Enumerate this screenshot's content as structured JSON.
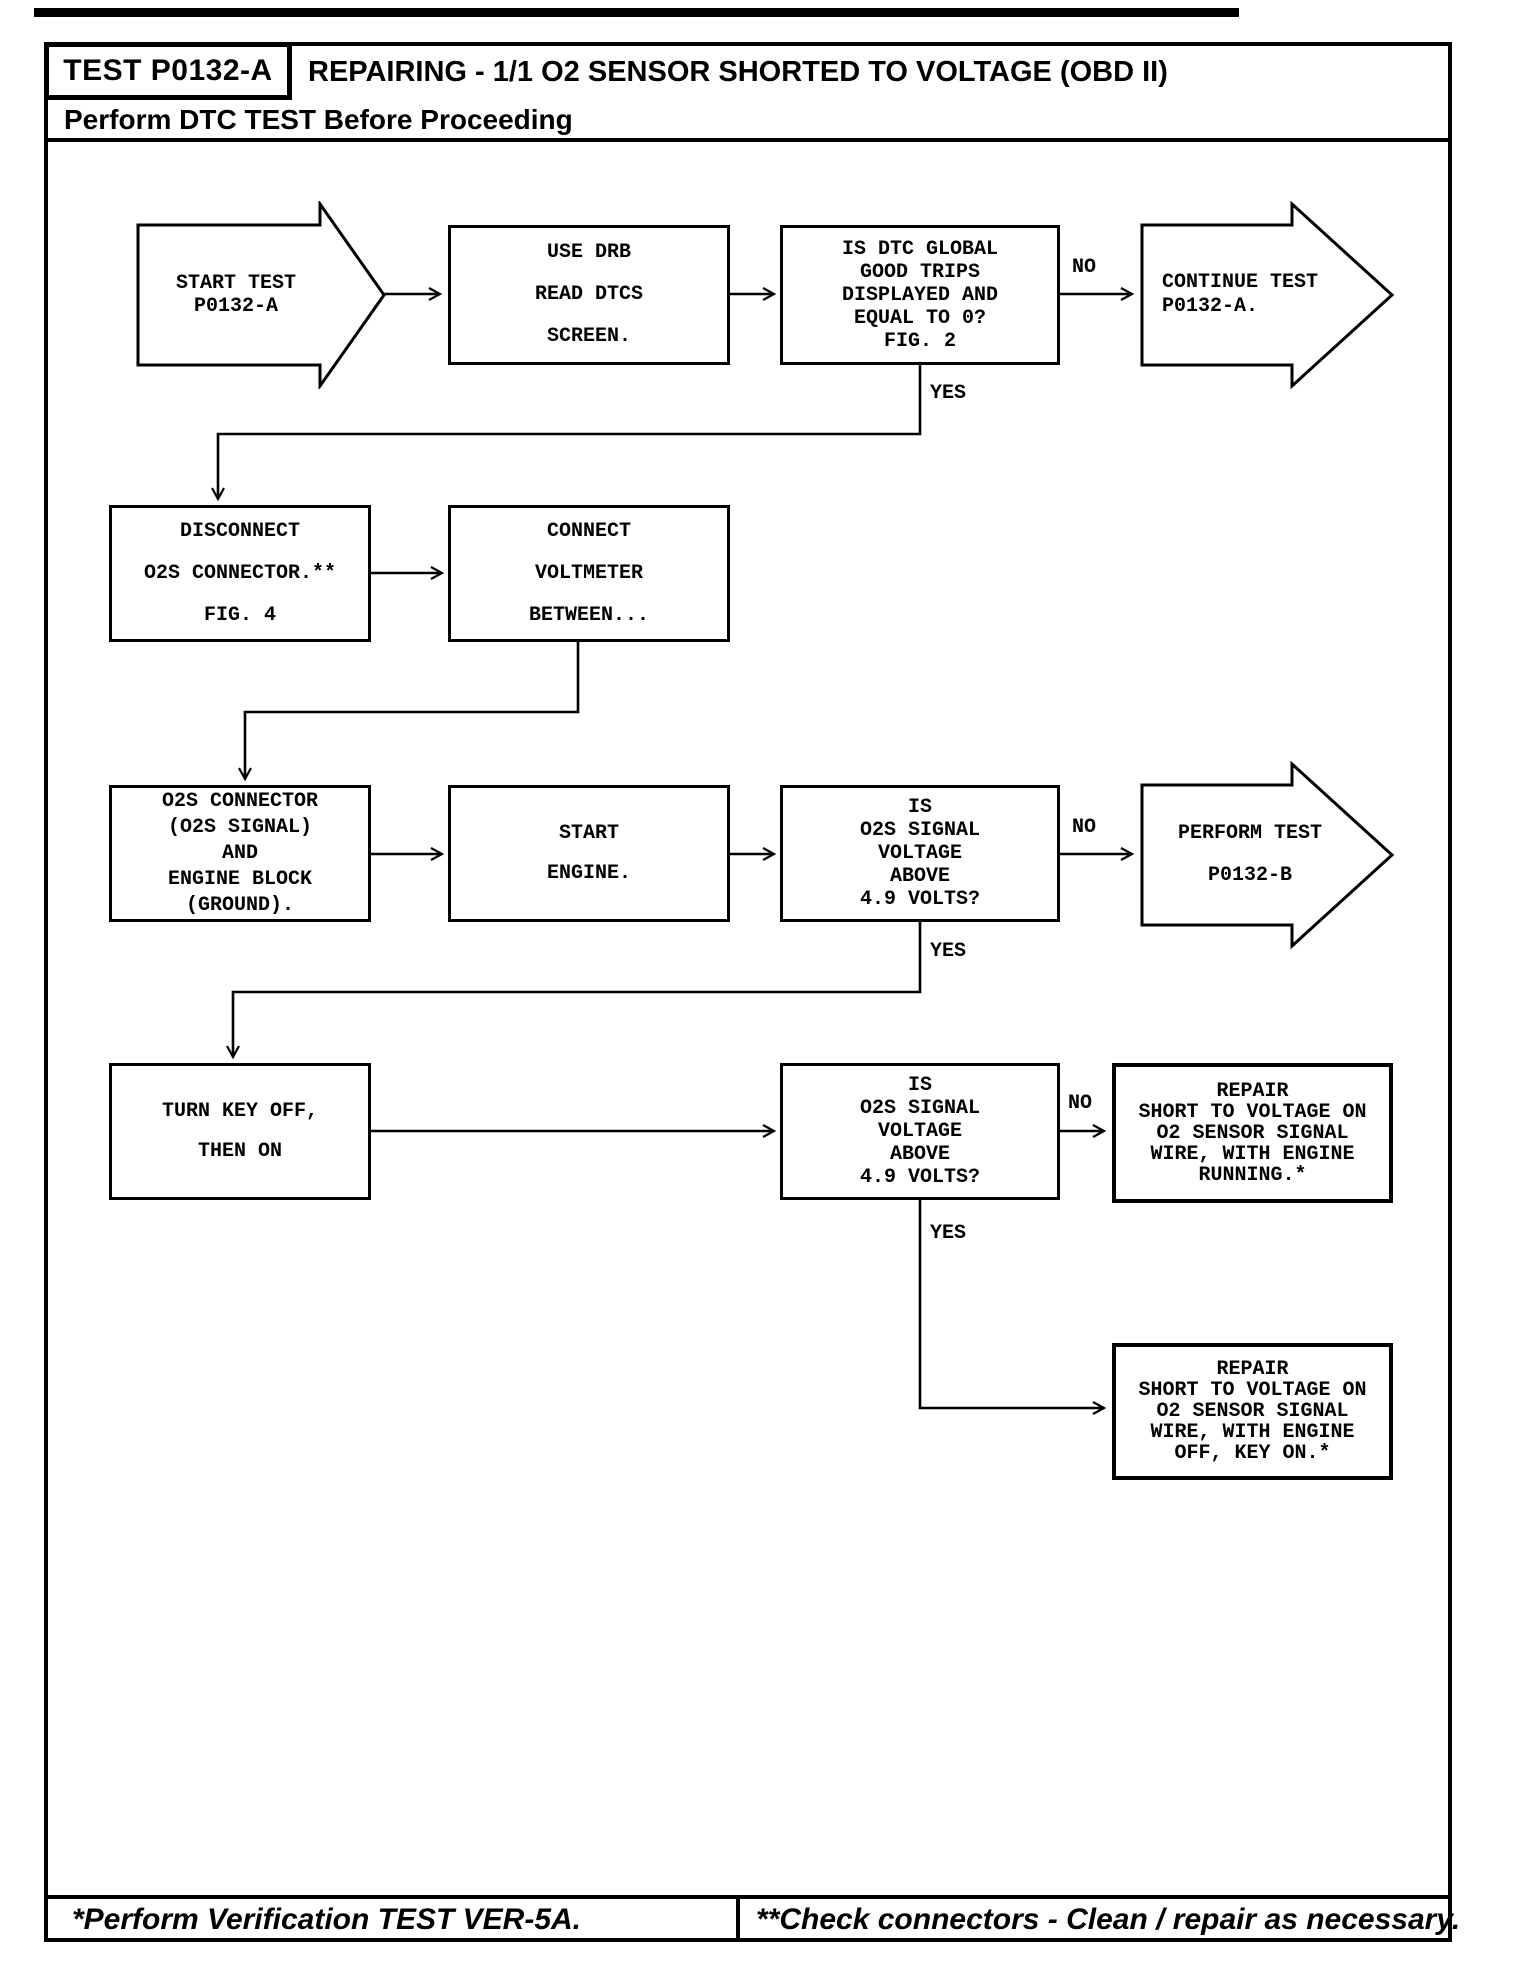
{
  "header": {
    "test_label": "TEST P0132-A",
    "title": "REPAIRING - 1/1 O2 SENSOR SHORTED TO VOLTAGE (OBD II)",
    "subtitle": "Perform DTC TEST Before Proceeding"
  },
  "flowchart": {
    "nodes": {
      "start_test": "START TEST\nP0132-A",
      "use_drb": "USE DRB\nREAD DTCS\nSCREEN.",
      "is_dtc_global": "IS DTC GLOBAL\nGOOD TRIPS\nDISPLAYED AND\nEQUAL TO 0?\nFIG. 2",
      "continue_test": "CONTINUE TEST\nP0132-A.",
      "disconnect_o2s": "DISCONNECT\nO2S CONNECTOR.**\nFIG. 4",
      "connect_voltmeter": "CONNECT\nVOLTMETER\nBETWEEN...",
      "o2s_connector": "O2S CONNECTOR\n(O2S SIGNAL)\nAND\nENGINE BLOCK\n(GROUND).",
      "start_engine": "START\nENGINE.",
      "is_signal_voltage_1": "IS\nO2S SIGNAL\nVOLTAGE\nABOVE\n4.9 VOLTS?",
      "perform_test": "PERFORM TEST\nP0132-B",
      "turn_key": "TURN KEY OFF,\nTHEN ON",
      "is_signal_voltage_2": "IS\nO2S SIGNAL\nVOLTAGE\nABOVE\n4.9 VOLTS?",
      "repair_engine_running": "REPAIR\nSHORT TO VOLTAGE ON\nO2 SENSOR SIGNAL\nWIRE, WITH ENGINE\nRUNNING.*",
      "repair_key_on": "REPAIR\nSHORT TO VOLTAGE ON\nO2 SENSOR SIGNAL\nWIRE, WITH ENGINE\nOFF, KEY ON.*"
    },
    "branch_labels": {
      "no_1": "NO",
      "yes_1": "YES",
      "no_2": "NO",
      "yes_2": "YES",
      "no_3": "NO",
      "yes_3": "YES"
    },
    "line_color": "#000000"
  },
  "footer": {
    "left_note": "*Perform Verification TEST VER-5A.",
    "right_note": "**Check connectors - Clean / repair as necessary."
  }
}
